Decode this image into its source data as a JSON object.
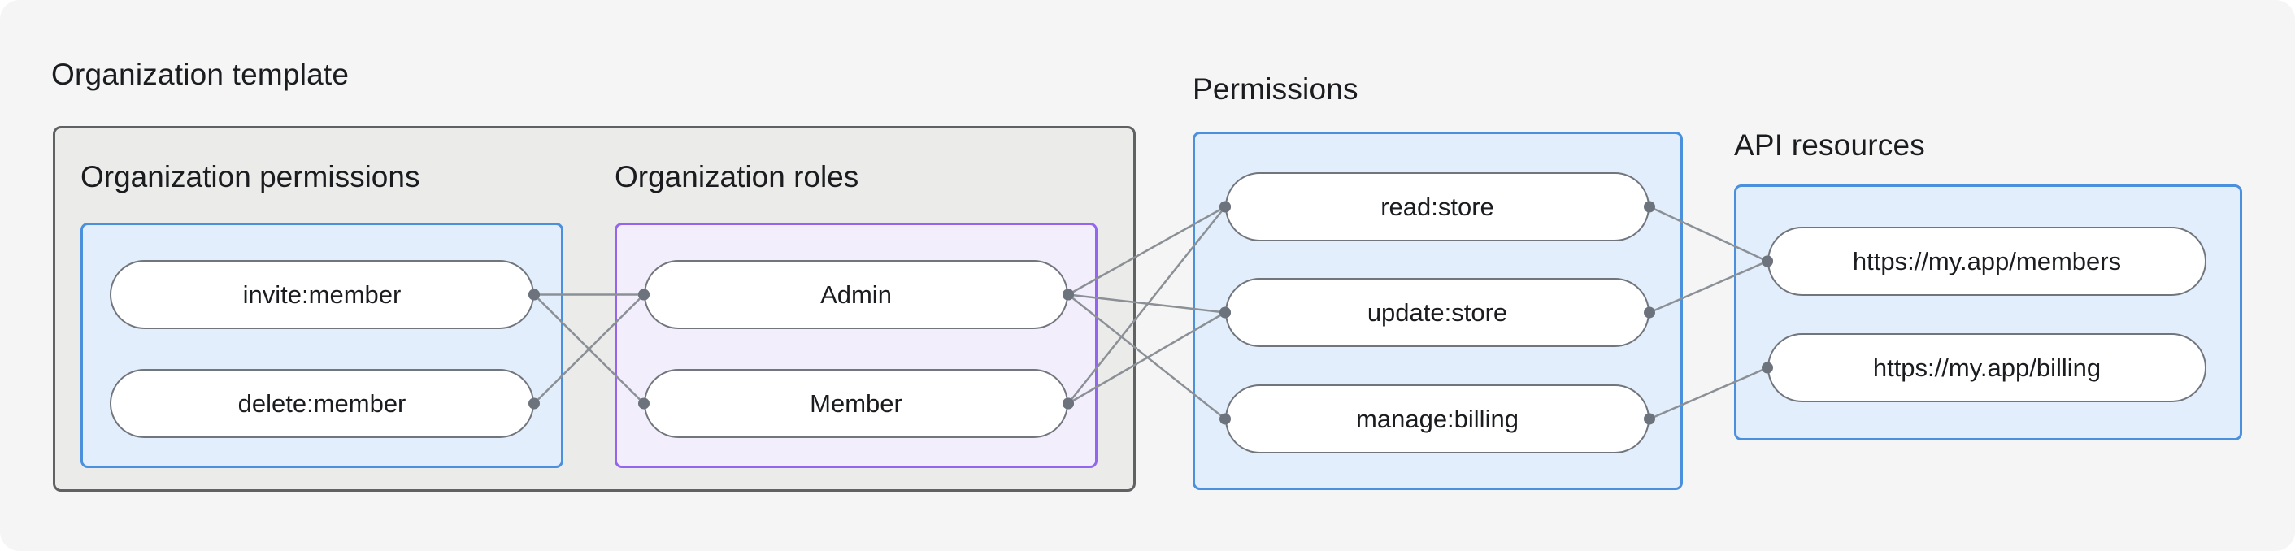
{
  "org_template": {
    "title": "Organization template",
    "org_permissions": {
      "title": "Organization permissions",
      "items": [
        {
          "id": "invite-member",
          "label": "invite:member"
        },
        {
          "id": "delete-member",
          "label": "delete:member"
        }
      ]
    },
    "org_roles": {
      "title": "Organization roles",
      "items": [
        {
          "id": "admin",
          "label": "Admin"
        },
        {
          "id": "member",
          "label": "Member"
        }
      ]
    }
  },
  "permissions": {
    "title": "Permissions",
    "items": [
      {
        "id": "read-store",
        "label": "read:store"
      },
      {
        "id": "update-store",
        "label": "update:store"
      },
      {
        "id": "manage-billing",
        "label": "manage:billing"
      }
    ]
  },
  "api_resources": {
    "title": "API resources",
    "items": [
      {
        "id": "api-members",
        "label": "https://my.app/members"
      },
      {
        "id": "api-billing",
        "label": "https://my.app/billing"
      }
    ]
  },
  "edges": [
    {
      "from": "invite-member",
      "to": "admin"
    },
    {
      "from": "invite-member",
      "to": "member"
    },
    {
      "from": "delete-member",
      "to": "admin"
    },
    {
      "from": "admin",
      "to": "read-store"
    },
    {
      "from": "admin",
      "to": "update-store"
    },
    {
      "from": "admin",
      "to": "manage-billing"
    },
    {
      "from": "member",
      "to": "read-store"
    },
    {
      "from": "member",
      "to": "update-store"
    },
    {
      "from": "read-store",
      "to": "api-members"
    },
    {
      "from": "update-store",
      "to": "api-members"
    },
    {
      "from": "manage-billing",
      "to": "api-billing"
    }
  ],
  "colors": {
    "canvas_bg": "#f4f5f4",
    "template_box_bg": "#ebebea",
    "template_box_border": "#5f6163",
    "blue_box_bg": "#e2eefb",
    "blue_box_border": "#4a90dd",
    "purple_box_bg": "#f3eefc",
    "purple_box_border": "#9466f0",
    "pill_bg": "#ffffff",
    "pill_border": "#71767d",
    "edge_line": "#8b9096",
    "edge_dot": "#6d737c",
    "text": "#1a1c1f"
  }
}
